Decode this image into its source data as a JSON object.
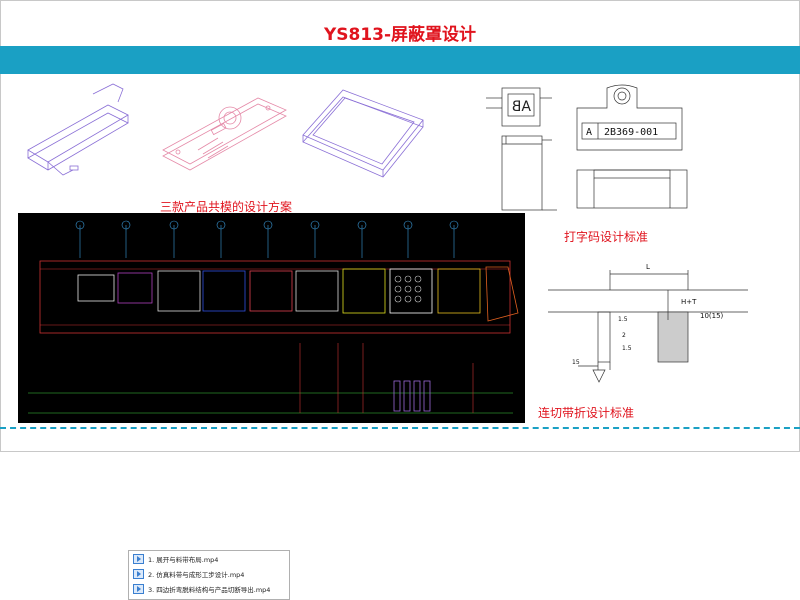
{
  "slide": {
    "title": "YS813-屏蔽罩设计",
    "accent": "#1aa0c4",
    "title_color": "#e0141e"
  },
  "captions": {
    "three_products": "三款产品共模的设计方案",
    "marking": "打字码设计标准",
    "cut_bend": "连切带折设计标准"
  },
  "marking_drawing": {
    "code_text": "2B369-001",
    "code_prefix": "A",
    "side_label": "AB"
  },
  "cutting_drawing": {
    "dim_L": "L",
    "dim_HT": "H+T",
    "dim_10_15": "10(15)",
    "dim_1_5": "1.5",
    "dim_2": "2",
    "dim_1_5b": "1.5",
    "dim_15": "15"
  },
  "videos": {
    "items": [
      {
        "label": "1. 展开与料带布局.mp4"
      },
      {
        "label": "2. 仿真料带与成形工步设计.mp4"
      },
      {
        "label": "3. 四边折弯脱料结构与产品切断导出.mp4"
      }
    ]
  }
}
